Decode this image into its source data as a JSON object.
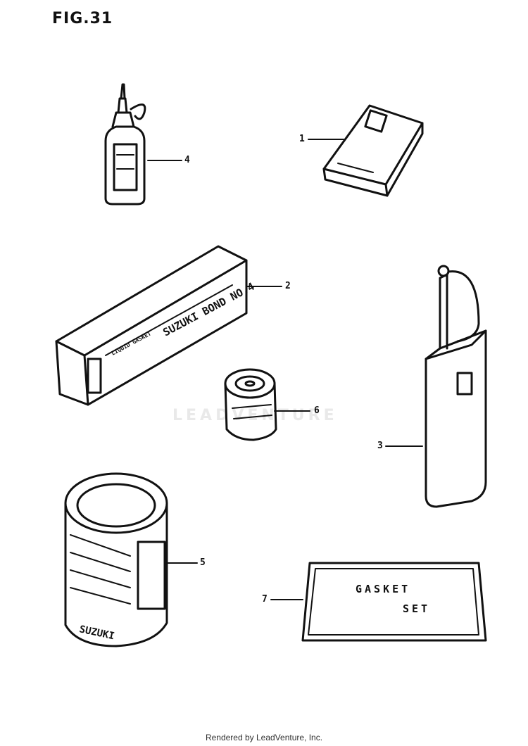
{
  "figure": {
    "title": "FIG.31"
  },
  "callouts": [
    "4",
    "1",
    "2",
    "3",
    "6",
    "5",
    "7"
  ],
  "labels": {
    "gasket_line1": "GASKET",
    "gasket_line2": "SET",
    "bond_name": "SUZUKI BOND NO.4",
    "bond_sub": "LIQUID GASKET",
    "can_text": "SUZUKI"
  },
  "watermark": "LEADVENTURE",
  "footer": {
    "text": "Rendered by LeadVenture, Inc."
  },
  "colors": {
    "ink": "#111111",
    "watermark": "#e9e9e9"
  }
}
